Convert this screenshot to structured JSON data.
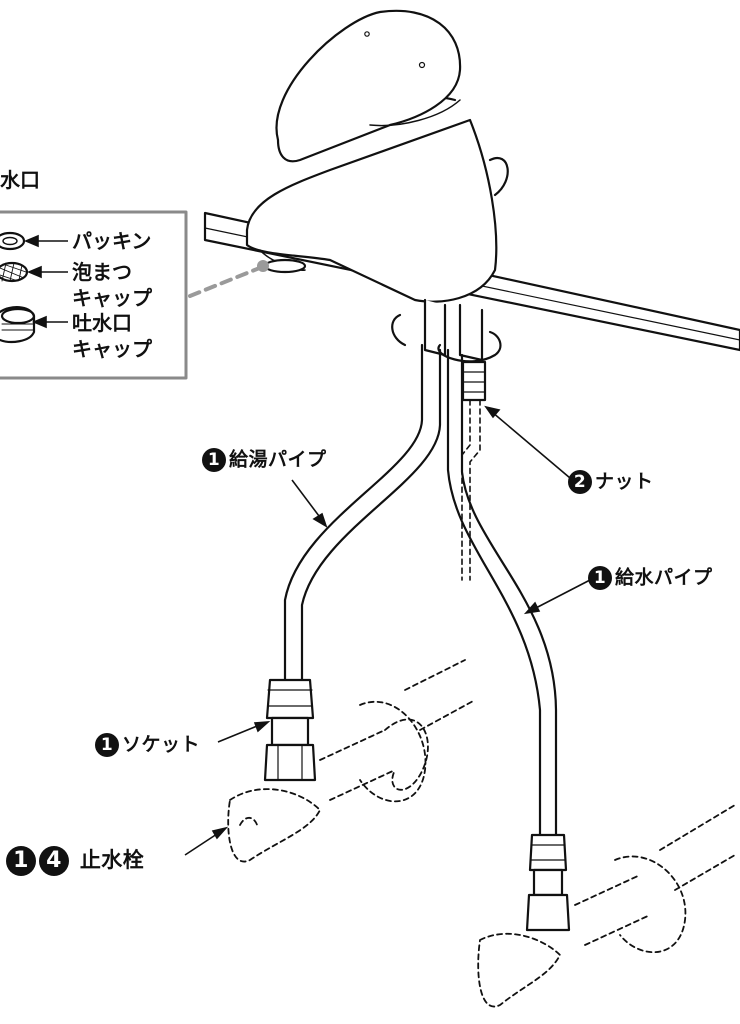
{
  "inset": {
    "title": "吐水口",
    "title_visible": "水口",
    "parts": [
      {
        "label": "パッキン"
      },
      {
        "label_lines": [
          "泡まつ",
          "キャップ"
        ]
      },
      {
        "label_lines": [
          "吐水口",
          "キャップ"
        ]
      }
    ]
  },
  "callouts": {
    "hot_pipe": {
      "num": "1",
      "label": "給湯パイプ"
    },
    "nut": {
      "num": "2",
      "label": "ナット"
    },
    "cold_pipe": {
      "num": "1",
      "label": "給水パイプ"
    },
    "socket": {
      "num": "1",
      "label": "ソケット"
    },
    "stop_valve": {
      "nums": [
        "1",
        "4"
      ],
      "label": "止水栓"
    }
  },
  "colors": {
    "line": "#111111",
    "inset_border": "#8a8a8a",
    "dashed_leader": "#9a9a9a",
    "counter": "#ffffff"
  }
}
